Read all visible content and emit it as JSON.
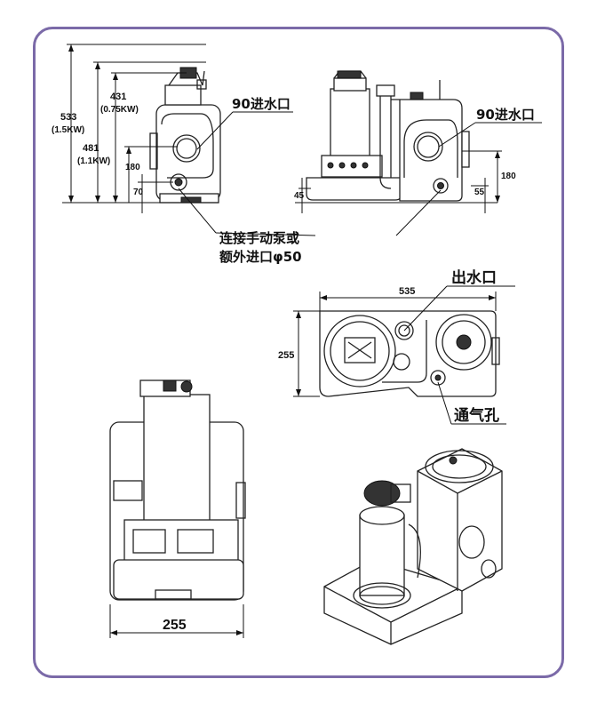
{
  "labels": {
    "inlet_left": "90进水口",
    "inlet_right": "90进水口",
    "manual_pump_line1": "连接手动泵或",
    "manual_pump_line2": "额外进口φ50",
    "outlet": "出水口",
    "vent": "通气孔"
  },
  "dimensions": {
    "h533": "533",
    "h533_note": "(1.5KW)",
    "h481": "481",
    "h481_note": "(1.1KW)",
    "h431": "431",
    "h431_note": "(0.75KW)",
    "h180_left": "180",
    "h70": "70",
    "h45": "45",
    "h180_right": "180",
    "h55": "55",
    "w535": "535",
    "d255_top": "255",
    "w255_bottom": "255"
  },
  "colors": {
    "frame_border": "#7b6aa8",
    "line": "#222222"
  }
}
